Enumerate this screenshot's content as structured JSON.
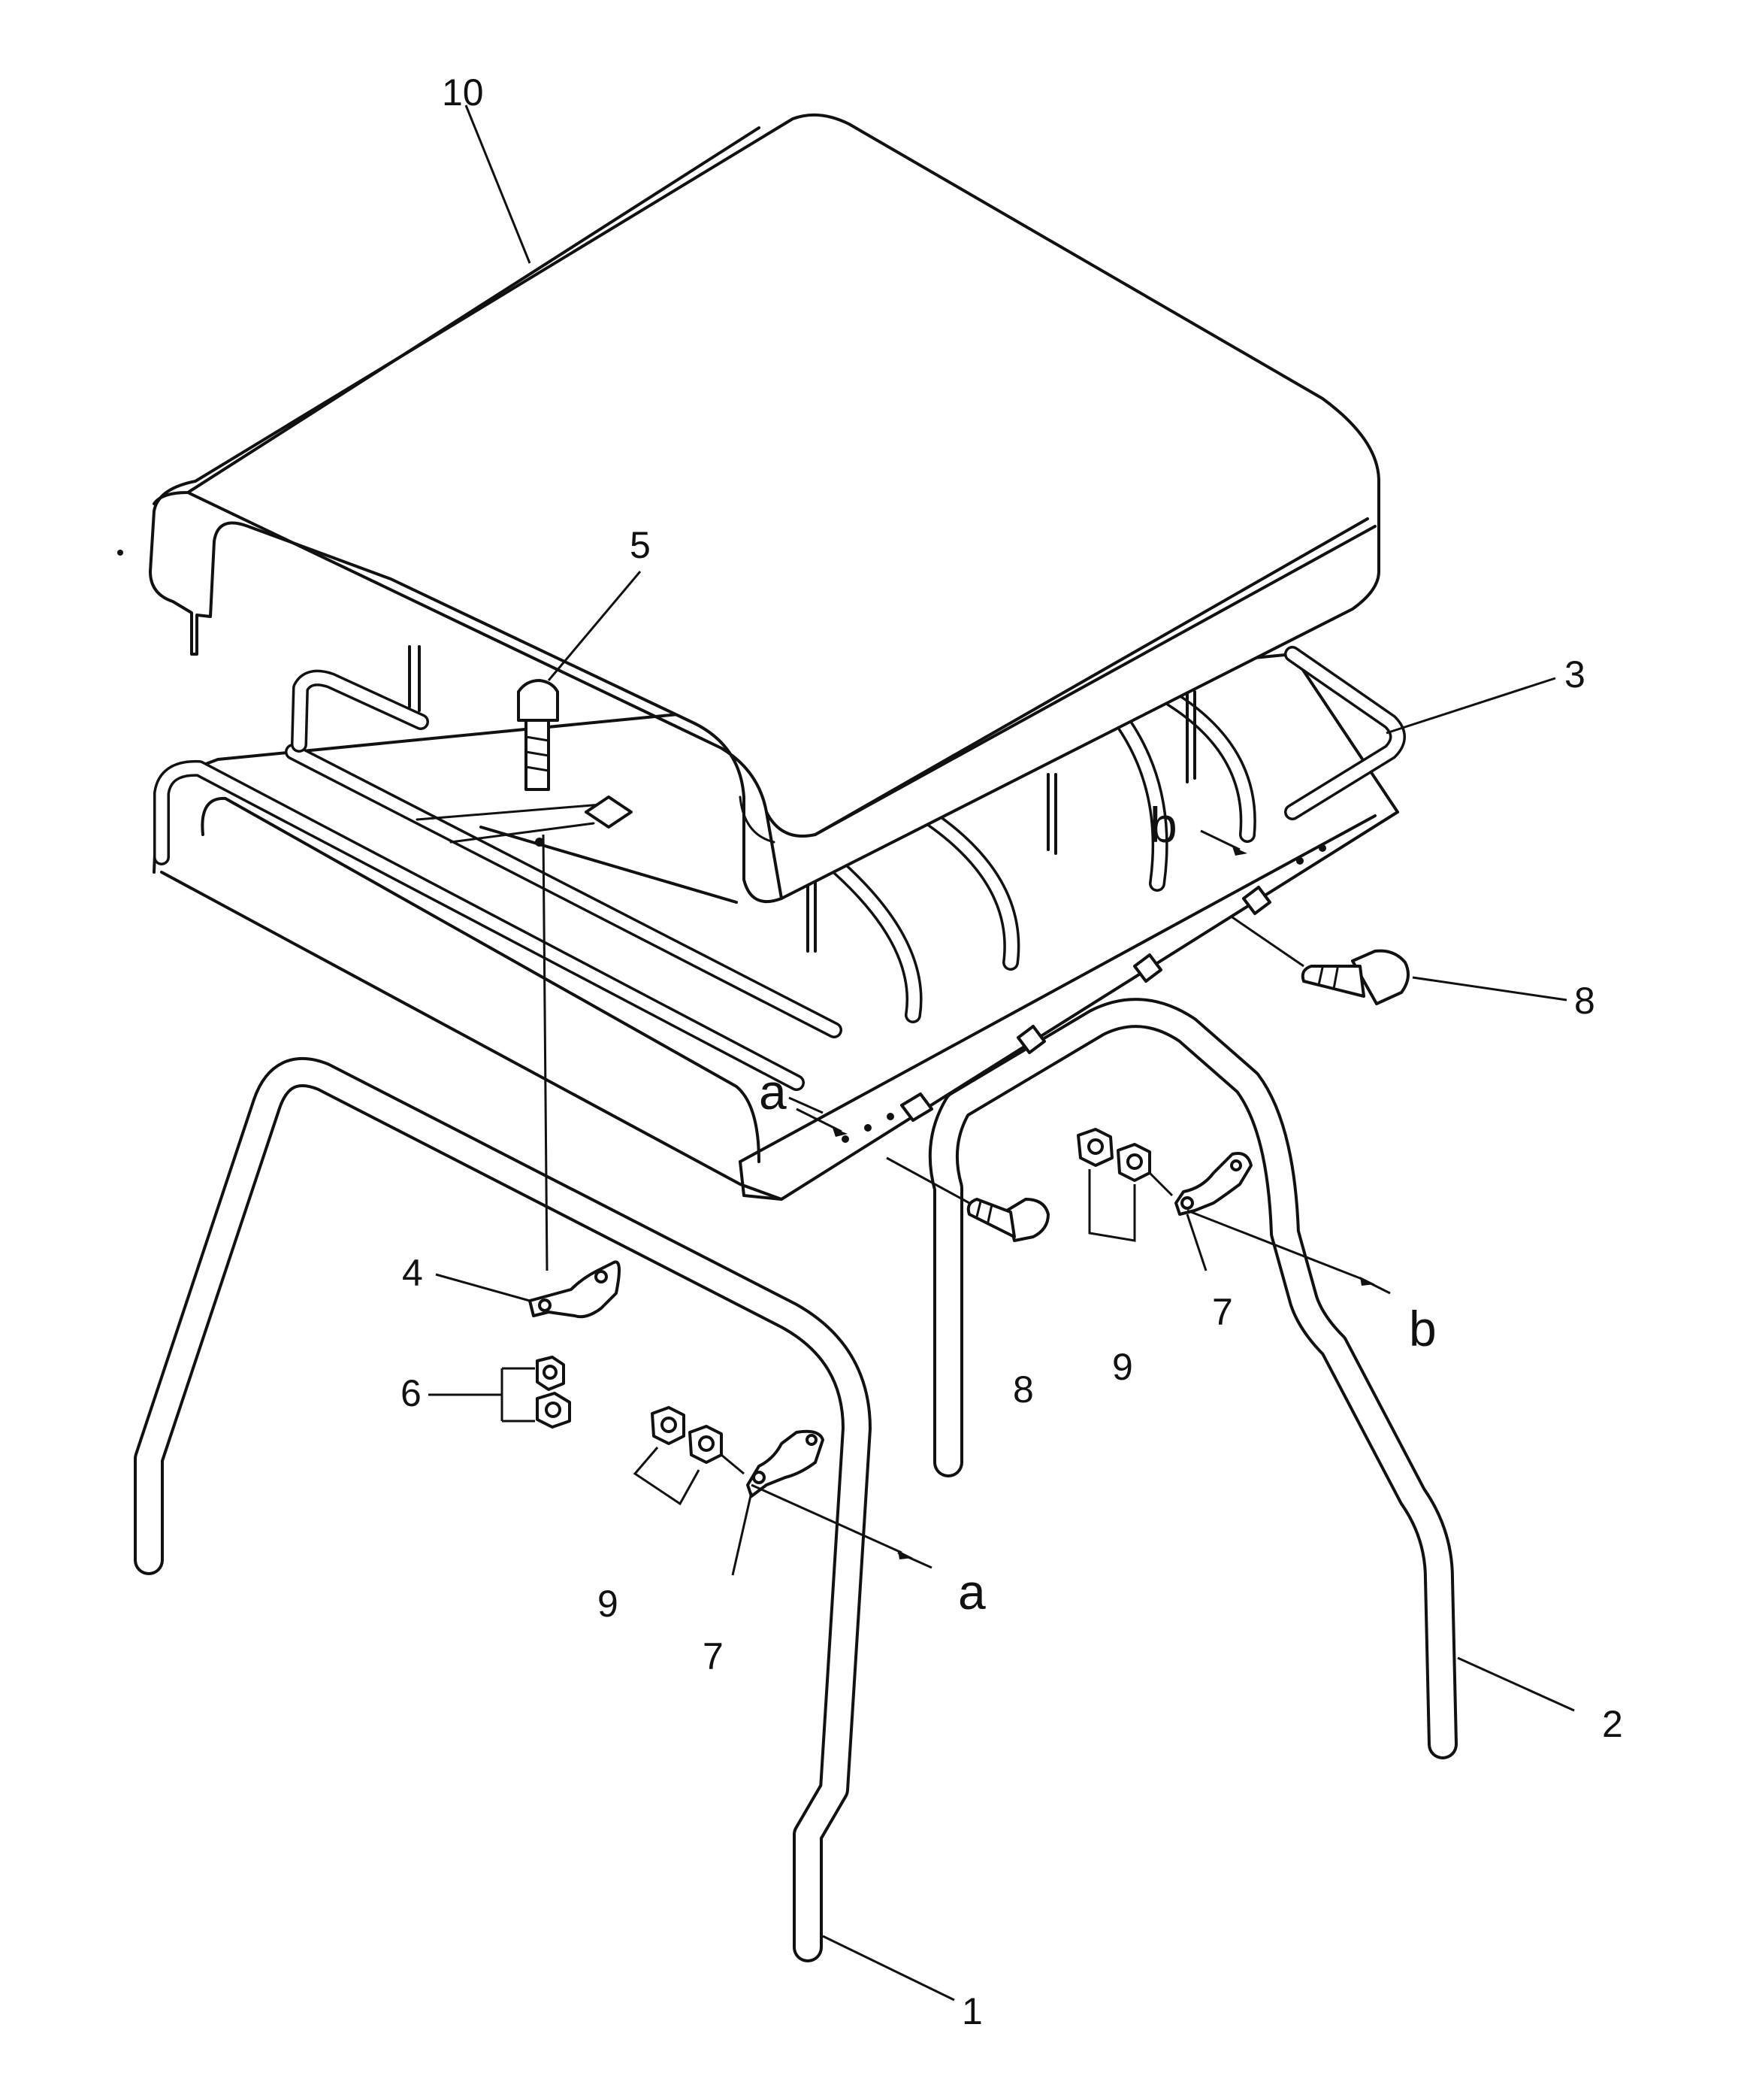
{
  "callouts": {
    "c10": "10",
    "c5": "5",
    "c3": "3",
    "c8_right": "8",
    "c8_mid": "8",
    "c4": "4",
    "c6": "6",
    "c9_right": "9",
    "c7_right": "7",
    "c9_left": "9",
    "c7_left": "7",
    "c2": "2",
    "c1": "1"
  },
  "view_refs": {
    "a_top": "a",
    "a_bottom": "a",
    "b_top": "b",
    "b_bottom": "b"
  }
}
